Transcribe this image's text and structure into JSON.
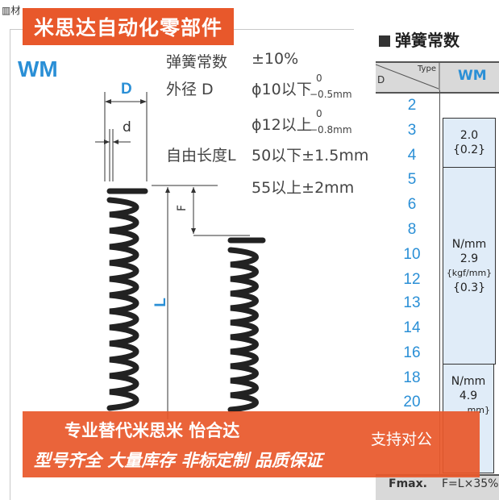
{
  "material_label": "材",
  "brand_banner": "米思达自动化零部件",
  "model": "WM",
  "specs": {
    "spring_constant_label": "弹簧常数",
    "spring_constant_value": "±10%",
    "outer_dia_label": "外径 D",
    "od_line1_main": "ϕ10以下",
    "od_line1_upper": "0",
    "od_line1_lower": "−0.5mm",
    "od_line2_main": "ϕ12以上",
    "od_line2_upper": "0",
    "od_line2_lower": "−0.8mm",
    "free_length_label": "自由长度L",
    "fl_line1": "50以下±1.5mm",
    "fl_line2": "55以上±2mm"
  },
  "diagram": {
    "D": "D",
    "d": "d",
    "F": "F",
    "L": "L"
  },
  "table": {
    "title": "弹簧常数",
    "header_type": "Type",
    "header_D": "D",
    "header_mm": "WM",
    "d_values": [
      "2",
      "3",
      "4",
      "5",
      "6",
      "8",
      "10",
      "12",
      "13",
      "14",
      "16",
      "18",
      "20"
    ],
    "group1_value": "2.0",
    "group1_sub": "{0.2}",
    "group2_unit": "N/mm",
    "group2_value": "2.9",
    "group2_unit2": "{kgf/mm}",
    "group2_sub": "{0.3}",
    "group3_unit": "N/mm",
    "group3_value": "4.9",
    "group3_unit2": "mm}",
    "fmax_label": "Fmax.",
    "fmax_value": "F=L×35%"
  },
  "promo": {
    "line1": "专业替代米思米 怡合达",
    "line2": "支持对公",
    "line3": "型号齐全 大量库存 非标定制  品质保证"
  },
  "colors": {
    "accent": "#2a8fd6",
    "banner": "#e8582b",
    "cell_bg": "#e0ecf8"
  }
}
